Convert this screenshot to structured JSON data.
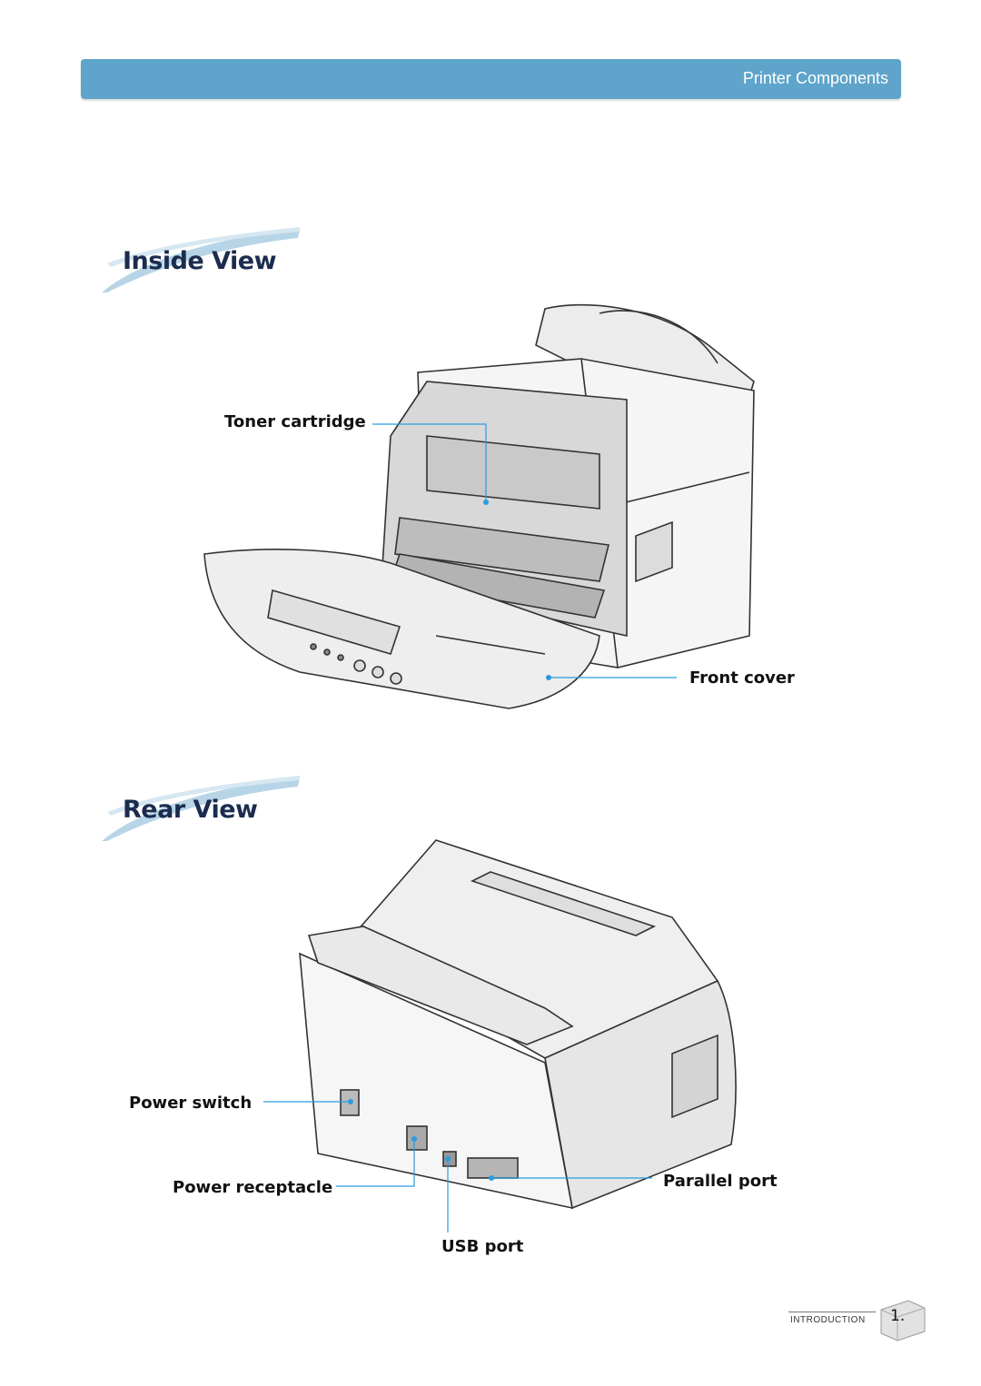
{
  "header": {
    "title": "Printer Components"
  },
  "inside_view": {
    "title": "Inside View",
    "callouts": {
      "toner_cartridge": "Toner cartridge",
      "front_cover": "Front cover"
    }
  },
  "rear_view": {
    "title": "Rear View",
    "callouts": {
      "power_switch": "Power switch",
      "power_receptacle": "Power receptacle",
      "parallel_port": "Parallel port",
      "usb_port": "USB port"
    }
  },
  "footer": {
    "section": "INTRODUCTION",
    "page": "1."
  },
  "colors": {
    "header_bar": "#5fa4cb",
    "title_swoosh": "#9fc6dd",
    "callout_line": "#2a9be0"
  }
}
